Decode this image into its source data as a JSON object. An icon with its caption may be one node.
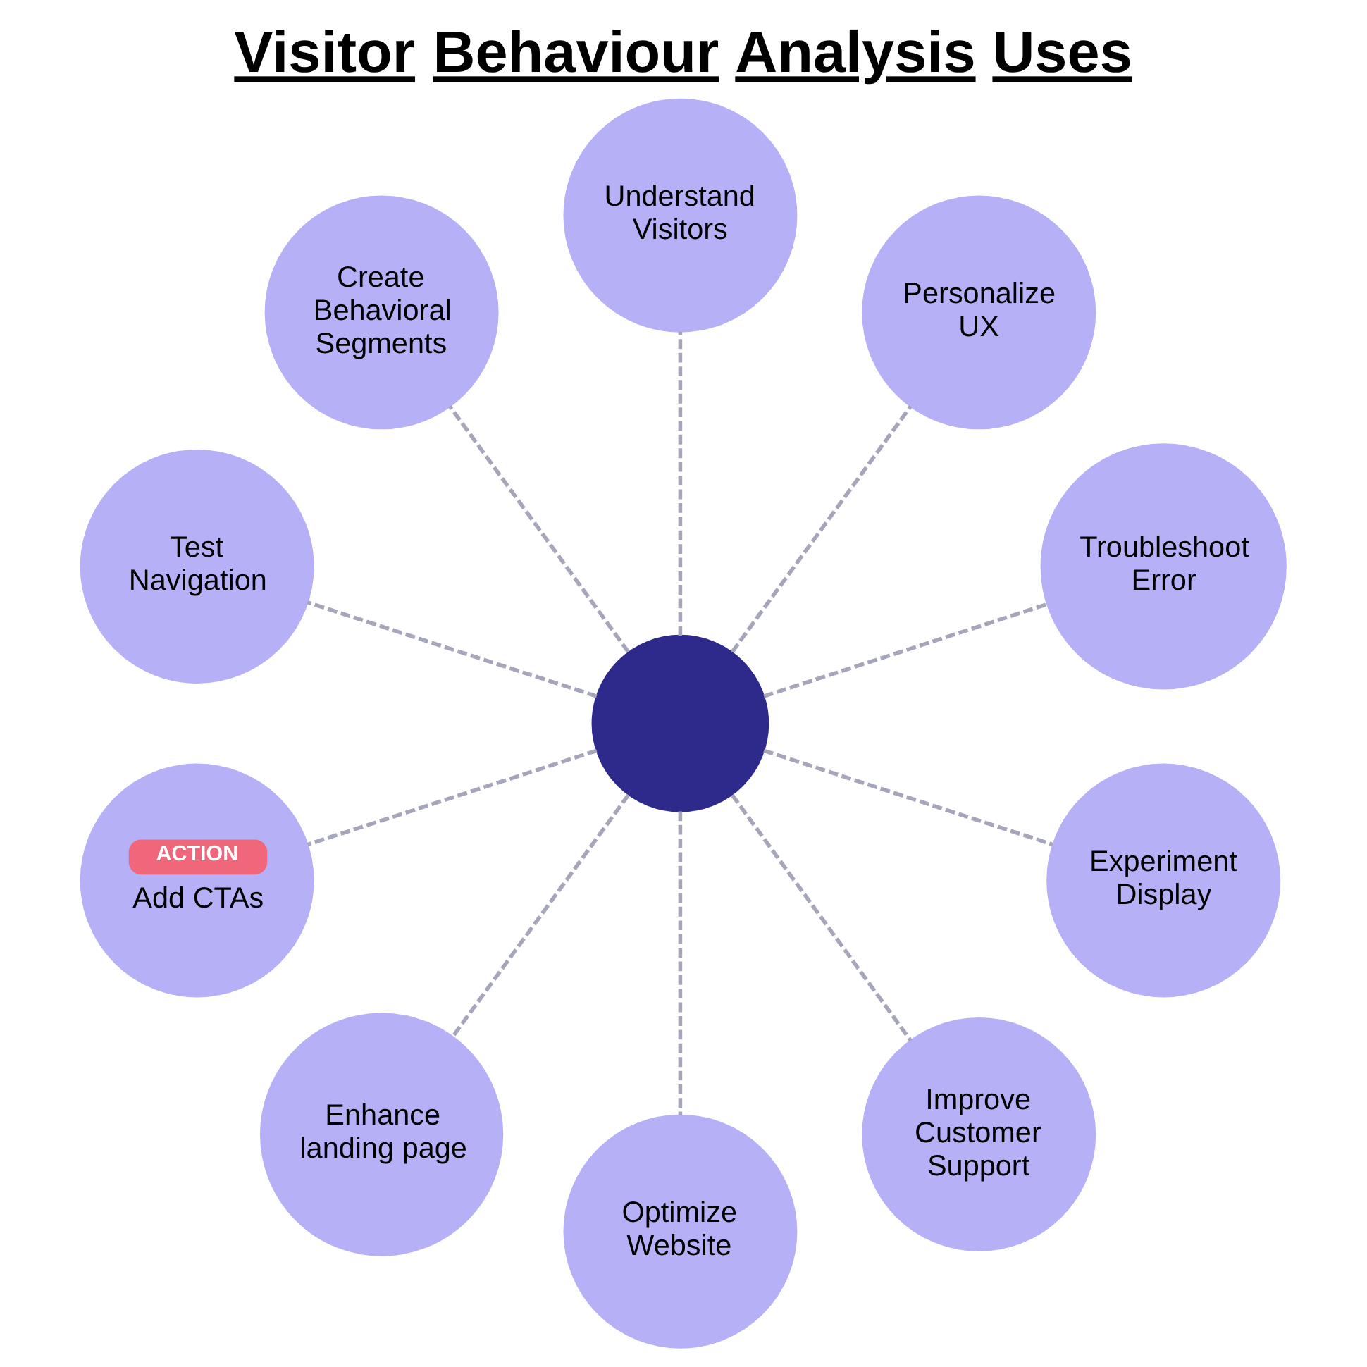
{
  "diagram": {
    "title": "Visitor Behaviour Analysis Uses",
    "nodes": [
      {
        "text": [],
        "shape": "circle"
      },
      {
        "text": [
          "Test Navigation"
        ]
      },
      {
        "text": [
          "Create Behavioral Segments"
        ]
      },
      {
        "text": [
          "Understand Visitors"
        ]
      },
      {
        "text": [
          "Personalize UX"
        ]
      },
      {
        "text": [
          "Troubleshoot Error"
        ]
      },
      {
        "text": [
          "Experiment Display"
        ]
      },
      {
        "text": [
          "Improve Customer Support"
        ]
      },
      {
        "text": [
          "Optimize Website"
        ]
      },
      {
        "text": [
          "Enhance landing page"
        ]
      },
      {
        "text": [
          "ACTION",
          "Add CTAs"
        ]
      }
    ],
    "edges": [
      {
        "from": 0,
        "to": 1,
        "arrow": "none",
        "style": "dashed"
      },
      {
        "from": 0,
        "to": 2,
        "arrow": "none",
        "style": "dashed"
      },
      {
        "from": 0,
        "to": 3,
        "arrow": "none",
        "style": "dashed"
      },
      {
        "from": 0,
        "to": 4,
        "arrow": "none",
        "style": "dashed"
      },
      {
        "from": 0,
        "to": 5,
        "arrow": "none",
        "style": "dashed"
      },
      {
        "from": 0,
        "to": 6,
        "arrow": "none",
        "style": "dashed"
      },
      {
        "from": 0,
        "to": 7,
        "arrow": "none",
        "style": "dashed"
      },
      {
        "from": 0,
        "to": 8,
        "arrow": "none",
        "style": "dashed"
      },
      {
        "from": 0,
        "to": 9,
        "arrow": "none",
        "style": "dashed"
      },
      {
        "from": 0,
        "to": 10,
        "arrow": "none",
        "style": "dashed"
      }
    ]
  }
}
